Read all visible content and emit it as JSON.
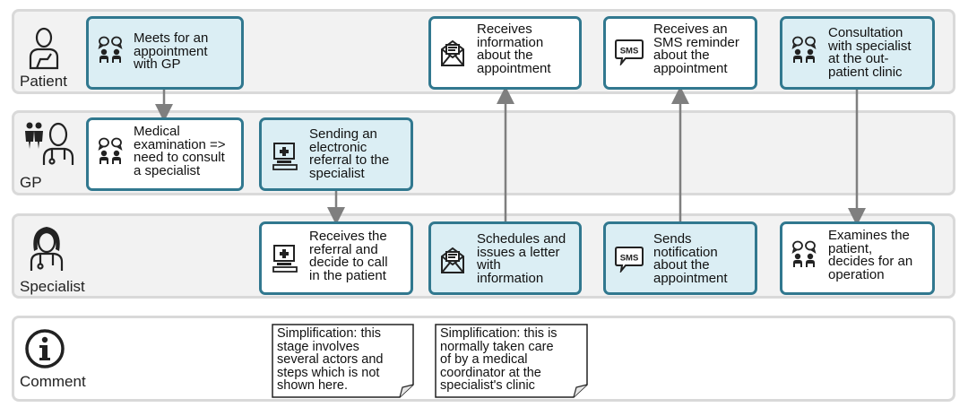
{
  "lanes": {
    "patient": "Patient",
    "gp": "GP",
    "specialist": "Specialist",
    "comment": "Comment"
  },
  "steps": {
    "gp_meeting": "Meets for an\nappointment\nwith GP",
    "medical_exam": "Medical\nexamination =>\nneed to consult\na specialist",
    "electronic_referral": "Sending an\nelectronic\nreferral to the\nspecialist",
    "receives_referral": "Receives the\nreferral and\ndecide to call\nin the patient",
    "receives_information": "Receives\ninformation\nabout the\nappointment",
    "schedules_letter": "Schedules and\nissues a letter\nwith\ninformation",
    "receives_sms": "Receives an\nSMS reminder\nabout the\nappointment",
    "sends_notification": "Sends\nnotification\nabout the\nappointment",
    "consultation": "Consultation\nwith specialist\nat the out-\npatient clinic",
    "examines_patient": "Examines the\npatient,\ndecides for an\noperation"
  },
  "notes": {
    "note1": "Simplification: this\nstage involves\nseveral actors and\nsteps which is not\nshown here.",
    "note2": "Simplification: this is\nnormally taken care\nof by a medical\ncoordinator at the\nspecialist's clinic"
  },
  "icons": {
    "sms_text": "SMS",
    "info_symbol": "i"
  },
  "colors": {
    "box_border": "#31788f",
    "box_fill_highlight": "#dbeef4",
    "lane_fill": "#f2f2f2",
    "lane_border": "#d9d9d9",
    "arrow": "#7f7f7f"
  }
}
